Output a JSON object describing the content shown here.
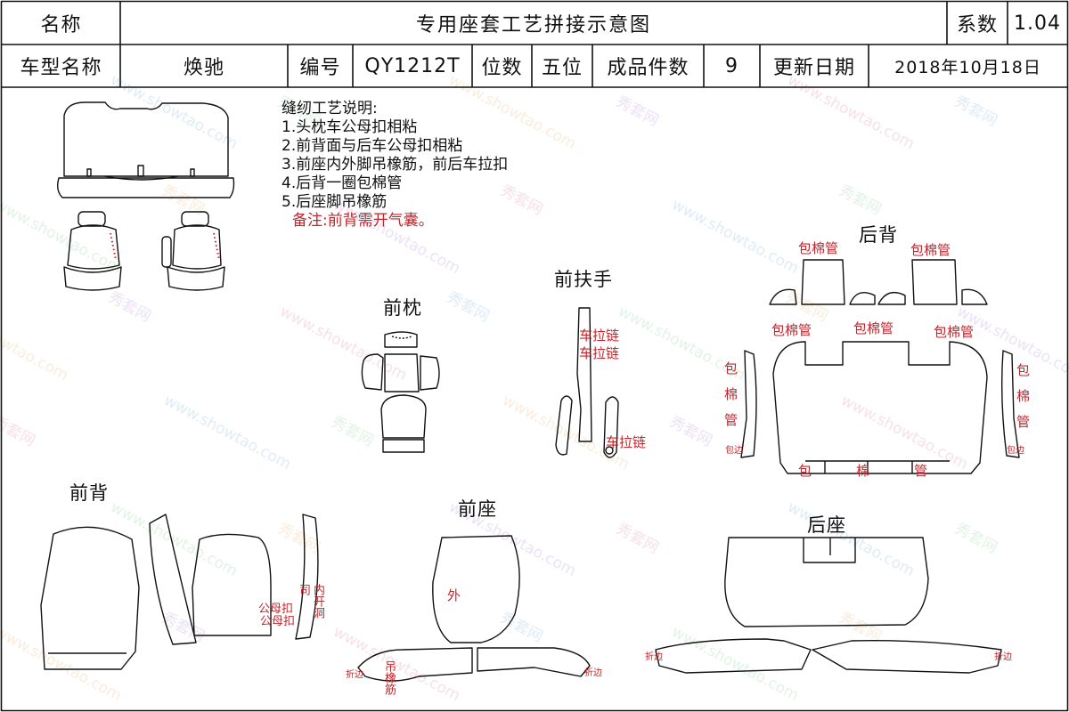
{
  "header": {
    "name_label": "名称",
    "title": "专用座套工艺拼接示意图",
    "coef_label": "系数",
    "coef_value": "1.04",
    "model_label": "车型名称",
    "model_value": "焕驰",
    "code_label": "编号",
    "code_value": "QY1212T",
    "seats_label": "位数",
    "seats_value": "五位",
    "pieces_label": "成品件数",
    "pieces_value": "9",
    "date_label": "更新日期",
    "date_value": "2018年10月18日"
  },
  "notes": {
    "heading": "缝纫工艺说明:",
    "items": [
      "1.头枕车公母扣相粘",
      "2.前背面与后车公母扣相粘",
      "3.前座内外脚吊橡筋，前后车拉扣",
      "4.后背一圈包棉管",
      "5.后座脚吊橡筋"
    ],
    "remark": "备注:前背需开气囊。"
  },
  "sections": {
    "front_pillow": "前枕",
    "front_armrest": "前扶手",
    "rear_back": "后背",
    "front_back": "前背",
    "front_seat": "前座",
    "rear_seat": "后座"
  },
  "annotations": {
    "zipper": "车拉链",
    "foam_tube": "包棉管",
    "foam_vertical": "包棉管",
    "hem": "包边",
    "snap": "公母扣",
    "inner_hole": "内开洞",
    "hook": "司",
    "outer": "外",
    "fold": "折边",
    "elastic": "吊橡筋"
  },
  "watermark": {
    "brand": "秀套网",
    "site": "www.showtao.com",
    "colors": [
      "#e9a3b6",
      "#9fc4e8",
      "#a6dcb0",
      "#f0c797",
      "#c6a7e3"
    ]
  }
}
